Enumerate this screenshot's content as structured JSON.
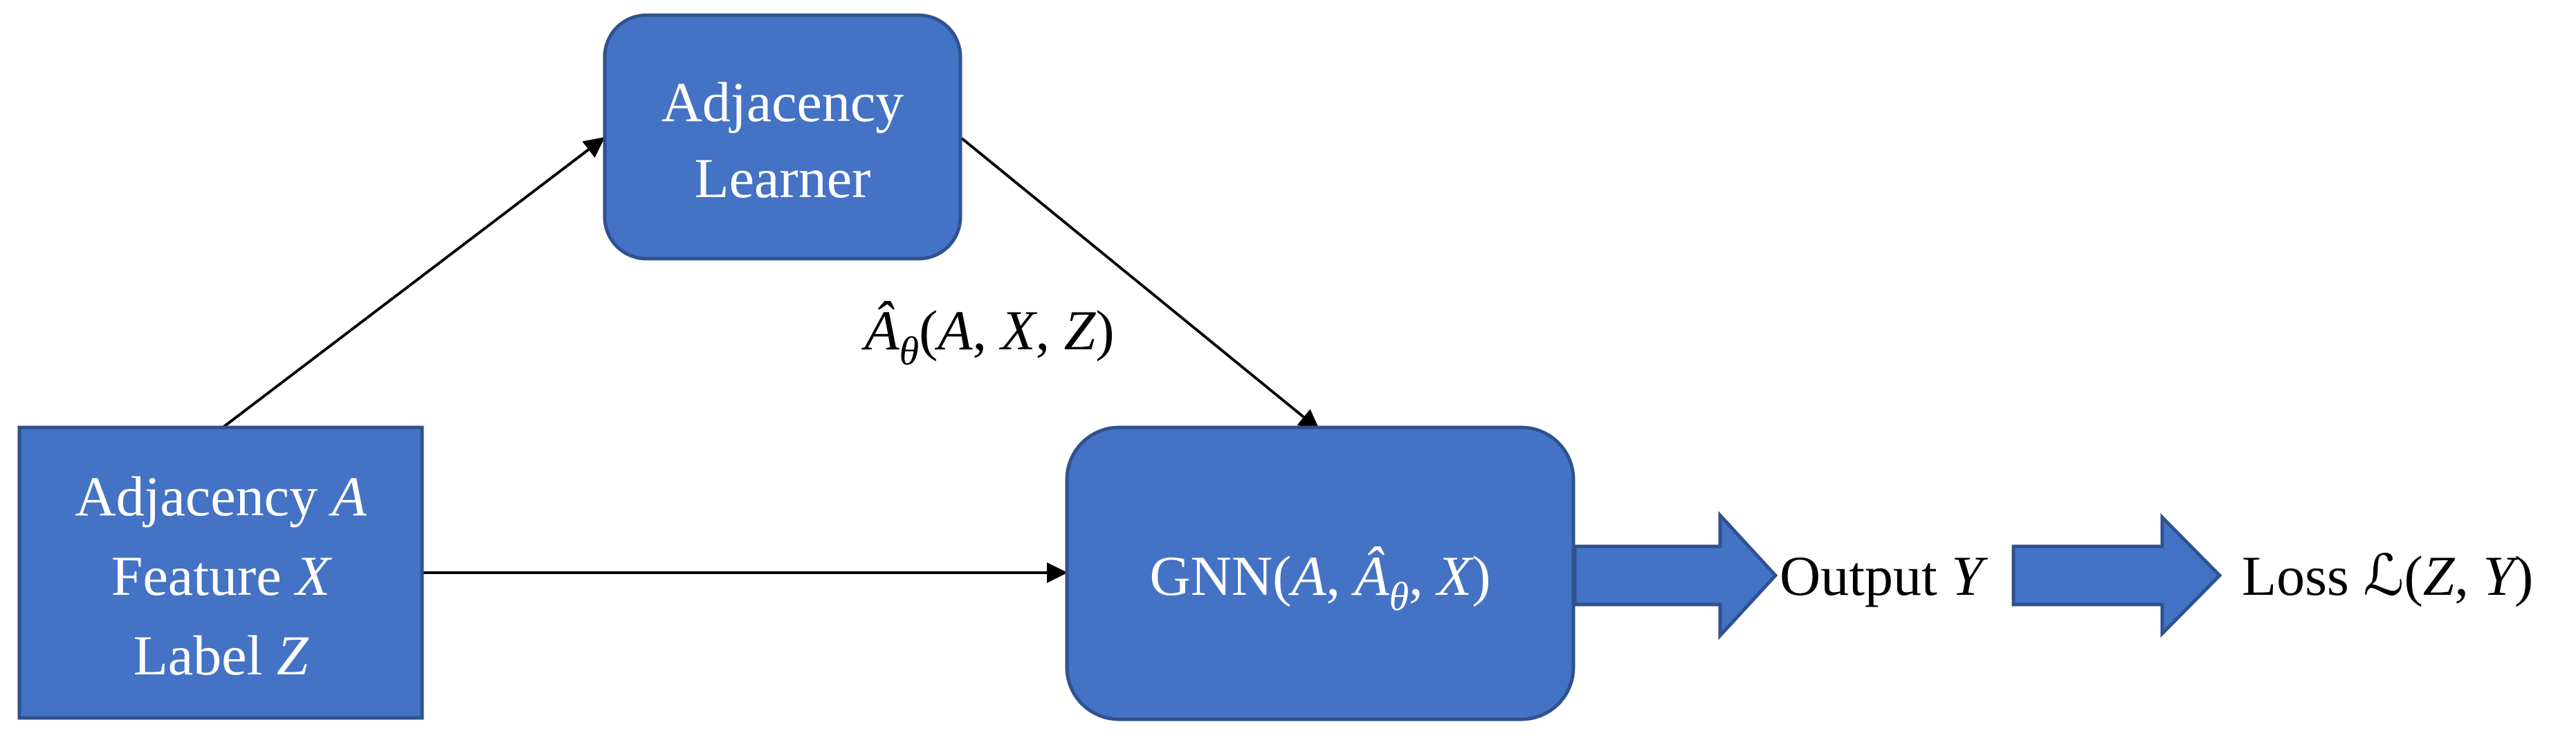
{
  "colors": {
    "box_fill": "#4472c4",
    "box_stroke": "#2f528f",
    "box_text": "#ffffff",
    "arrow": "#000000"
  },
  "nodes": {
    "adjacency_learner": {
      "line1": "Adjacency",
      "line2": "Learner"
    },
    "inputs": {
      "adjacency_prefix": "Adjacency ",
      "adjacency_var": "A",
      "feature_prefix": "Feature ",
      "feature_var": "X",
      "label_prefix": "Label ",
      "label_var": "Z"
    },
    "gnn": {
      "name": "GNN(",
      "arg1": "A",
      "sep1": ", ",
      "arg2": "Â",
      "arg2_sub": "θ",
      "sep2": ", ",
      "arg3": "X",
      "close": ")"
    },
    "output": {
      "prefix": "Output ",
      "var": "Y"
    },
    "loss": {
      "prefix": "Loss ",
      "symbol": "ℒ",
      "open": "(",
      "arg1": "Z",
      "sep": ", ",
      "arg2": "Y",
      "close": ")"
    }
  },
  "edge_label": {
    "hat_symbol": "Â",
    "sub": "θ",
    "open": "(",
    "arg1": "A",
    "sep1": ", ",
    "arg2": "X",
    "sep2": ", ",
    "arg3": "Z",
    "close": ")"
  }
}
